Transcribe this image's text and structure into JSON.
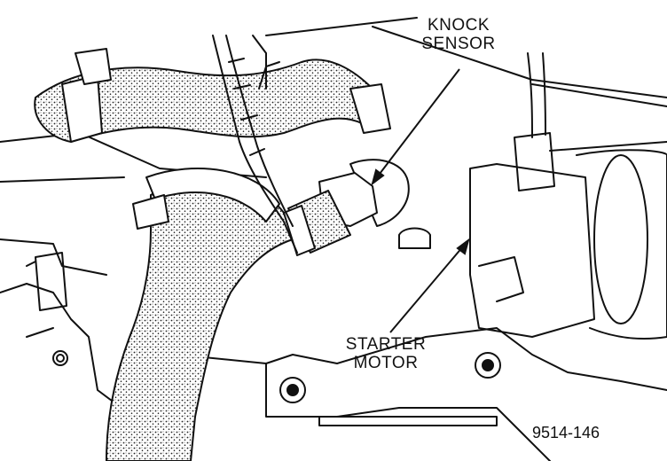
{
  "labels": {
    "knock_sensor_line1": "KNOCK",
    "knock_sensor_line2": "SENSOR",
    "starter_motor_line1": "STARTER",
    "starter_motor_line2": "MOTOR"
  },
  "figure_code": "9514-146",
  "colors": {
    "ink": "#111111",
    "paper": "#ffffff",
    "hose_fill": "#d9d9d9"
  }
}
